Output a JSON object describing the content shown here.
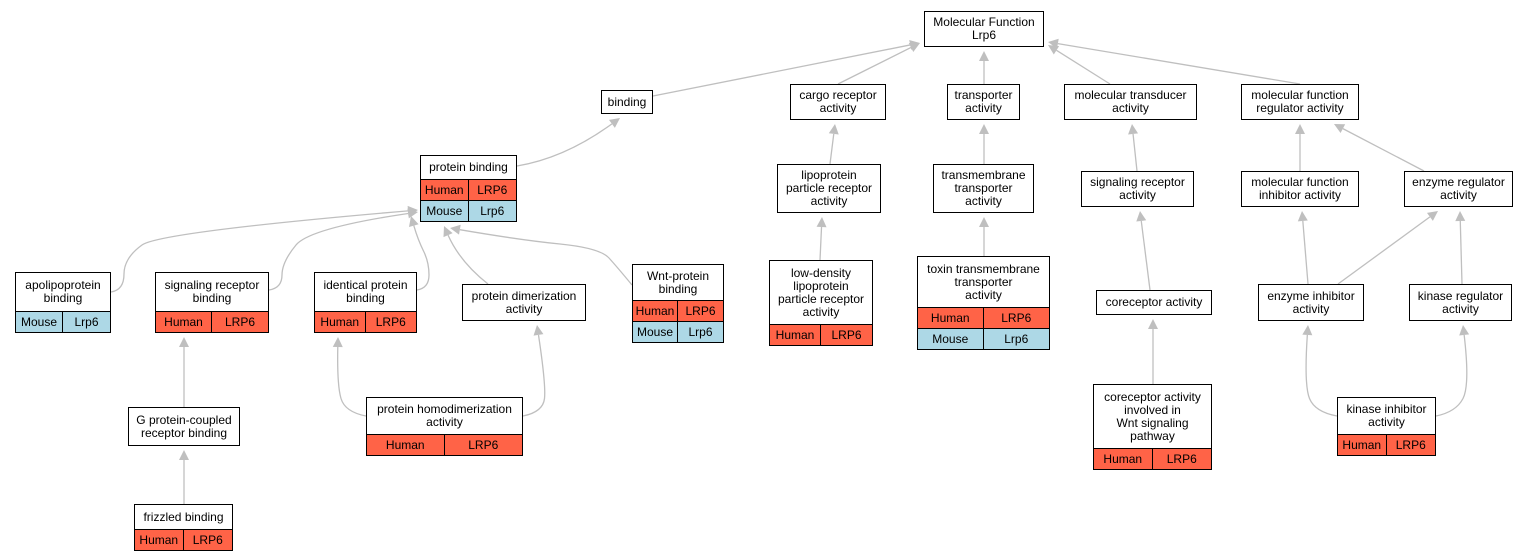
{
  "colors": {
    "human": "#ff6347",
    "mouse": "#add8e6",
    "edge": "#bfbfbf"
  },
  "nodes": {
    "mf": {
      "label": "Molecular Function\nLrp6",
      "rows": []
    },
    "bind": {
      "label": "binding",
      "rows": []
    },
    "cargo": {
      "label": "cargo receptor\nactivity",
      "rows": []
    },
    "trans": {
      "label": "transporter\nactivity",
      "rows": []
    },
    "mtd": {
      "label": "molecular transducer\nactivity",
      "rows": []
    },
    "mfr": {
      "label": "molecular function\nregulator activity",
      "rows": []
    },
    "pb": {
      "label": "protein binding",
      "rows": [
        {
          "species": "Human",
          "gene": "LRP6"
        },
        {
          "species": "Mouse",
          "gene": "Lrp6"
        }
      ]
    },
    "lpr": {
      "label": "lipoprotein\nparticle receptor\nactivity",
      "rows": []
    },
    "tmt": {
      "label": "transmembrane\ntransporter\nactivity",
      "rows": []
    },
    "sra": {
      "label": "signaling receptor\nactivity",
      "rows": []
    },
    "mfi": {
      "label": "molecular function\ninhibitor activity",
      "rows": []
    },
    "era": {
      "label": "enzyme regulator\nactivity",
      "rows": []
    },
    "apo": {
      "label": "apolipoprotein\nbinding",
      "rows": [
        {
          "species": "Mouse",
          "gene": "Lrp6"
        }
      ]
    },
    "srb": {
      "label": "signaling receptor\nbinding",
      "rows": [
        {
          "species": "Human",
          "gene": "LRP6"
        }
      ]
    },
    "ipb": {
      "label": "identical protein\nbinding",
      "rows": [
        {
          "species": "Human",
          "gene": "LRP6"
        }
      ]
    },
    "pda": {
      "label": "protein dimerization\nactivity",
      "rows": []
    },
    "wnt": {
      "label": "Wnt-protein\nbinding",
      "rows": [
        {
          "species": "Human",
          "gene": "LRP6"
        },
        {
          "species": "Mouse",
          "gene": "Lrp6"
        }
      ]
    },
    "ldl": {
      "label": "low-density\nlipoprotein\nparticle receptor\nactivity",
      "rows": [
        {
          "species": "Human",
          "gene": "LRP6"
        }
      ]
    },
    "ttt": {
      "label": "toxin transmembrane\ntransporter\nactivity",
      "rows": [
        {
          "species": "Human",
          "gene": "LRP6"
        },
        {
          "species": "Mouse",
          "gene": "Lrp6"
        }
      ]
    },
    "cor": {
      "label": "coreceptor activity",
      "rows": []
    },
    "eia": {
      "label": "enzyme inhibitor\nactivity",
      "rows": []
    },
    "kra": {
      "label": "kinase regulator\nactivity",
      "rows": []
    },
    "gpc": {
      "label": "G protein-coupled\nreceptor binding",
      "rows": []
    },
    "phd": {
      "label": "protein homodimerization\nactivity",
      "rows": [
        {
          "species": "Human",
          "gene": "LRP6"
        }
      ]
    },
    "cwnt": {
      "label": "coreceptor activity\ninvolved in\nWnt signaling\npathway",
      "rows": [
        {
          "species": "Human",
          "gene": "LRP6"
        }
      ]
    },
    "kia": {
      "label": "kinase inhibitor\nactivity",
      "rows": [
        {
          "species": "Human",
          "gene": "LRP6"
        }
      ]
    },
    "fzd": {
      "label": "frizzled binding",
      "rows": [
        {
          "species": "Human",
          "gene": "LRP6"
        }
      ]
    }
  },
  "edges": [
    {
      "from": "bind",
      "to": "mf"
    },
    {
      "from": "cargo",
      "to": "mf"
    },
    {
      "from": "trans",
      "to": "mf"
    },
    {
      "from": "mtd",
      "to": "mf"
    },
    {
      "from": "mfr",
      "to": "mf"
    },
    {
      "from": "pb",
      "to": "bind"
    },
    {
      "from": "lpr",
      "to": "cargo"
    },
    {
      "from": "tmt",
      "to": "trans"
    },
    {
      "from": "sra",
      "to": "mtd"
    },
    {
      "from": "mfi",
      "to": "mfr"
    },
    {
      "from": "era",
      "to": "mfr"
    },
    {
      "from": "apo",
      "to": "pb"
    },
    {
      "from": "srb",
      "to": "pb"
    },
    {
      "from": "ipb",
      "to": "pb"
    },
    {
      "from": "pda",
      "to": "pb"
    },
    {
      "from": "wnt",
      "to": "pb"
    },
    {
      "from": "ldl",
      "to": "lpr"
    },
    {
      "from": "ttt",
      "to": "tmt"
    },
    {
      "from": "cor",
      "to": "sra"
    },
    {
      "from": "eia",
      "to": "mfi"
    },
    {
      "from": "eia",
      "to": "era"
    },
    {
      "from": "kra",
      "to": "era"
    },
    {
      "from": "gpc",
      "to": "srb"
    },
    {
      "from": "phd",
      "to": "ipb"
    },
    {
      "from": "phd",
      "to": "pda"
    },
    {
      "from": "cwnt",
      "to": "cor"
    },
    {
      "from": "kia",
      "to": "eia"
    },
    {
      "from": "kia",
      "to": "kra"
    },
    {
      "from": "fzd",
      "to": "gpc"
    }
  ]
}
